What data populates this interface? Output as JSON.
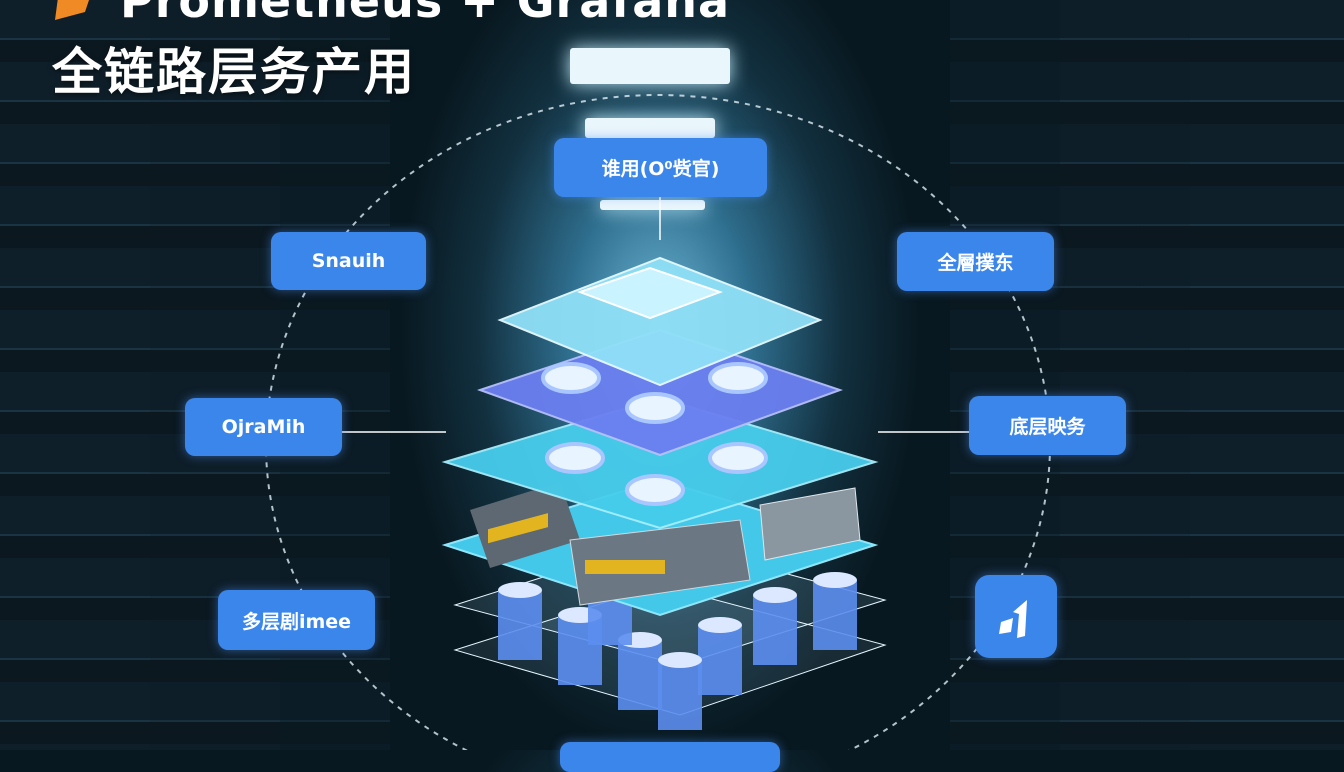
{
  "header": {
    "title_en": "Prometheus + Grafana",
    "title_cn": "全链路层务产用"
  },
  "labels": {
    "top": "谁用(O⁰赀官)",
    "upper_left": "Snauih",
    "upper_right": "全層撲东",
    "mid_left": "OjraMih",
    "mid_right": "底层映务",
    "lower_left": "多层剧imee",
    "bottom": ""
  },
  "icons": {
    "logo": "orange-flame-logo",
    "lower_right": "grafana-style-logo-icon"
  },
  "colors": {
    "label_bg": "#3b86ea",
    "background": "#0c1e28",
    "layer_cyan": "#4fd0ec",
    "layer_purple": "#6f7ef0"
  }
}
